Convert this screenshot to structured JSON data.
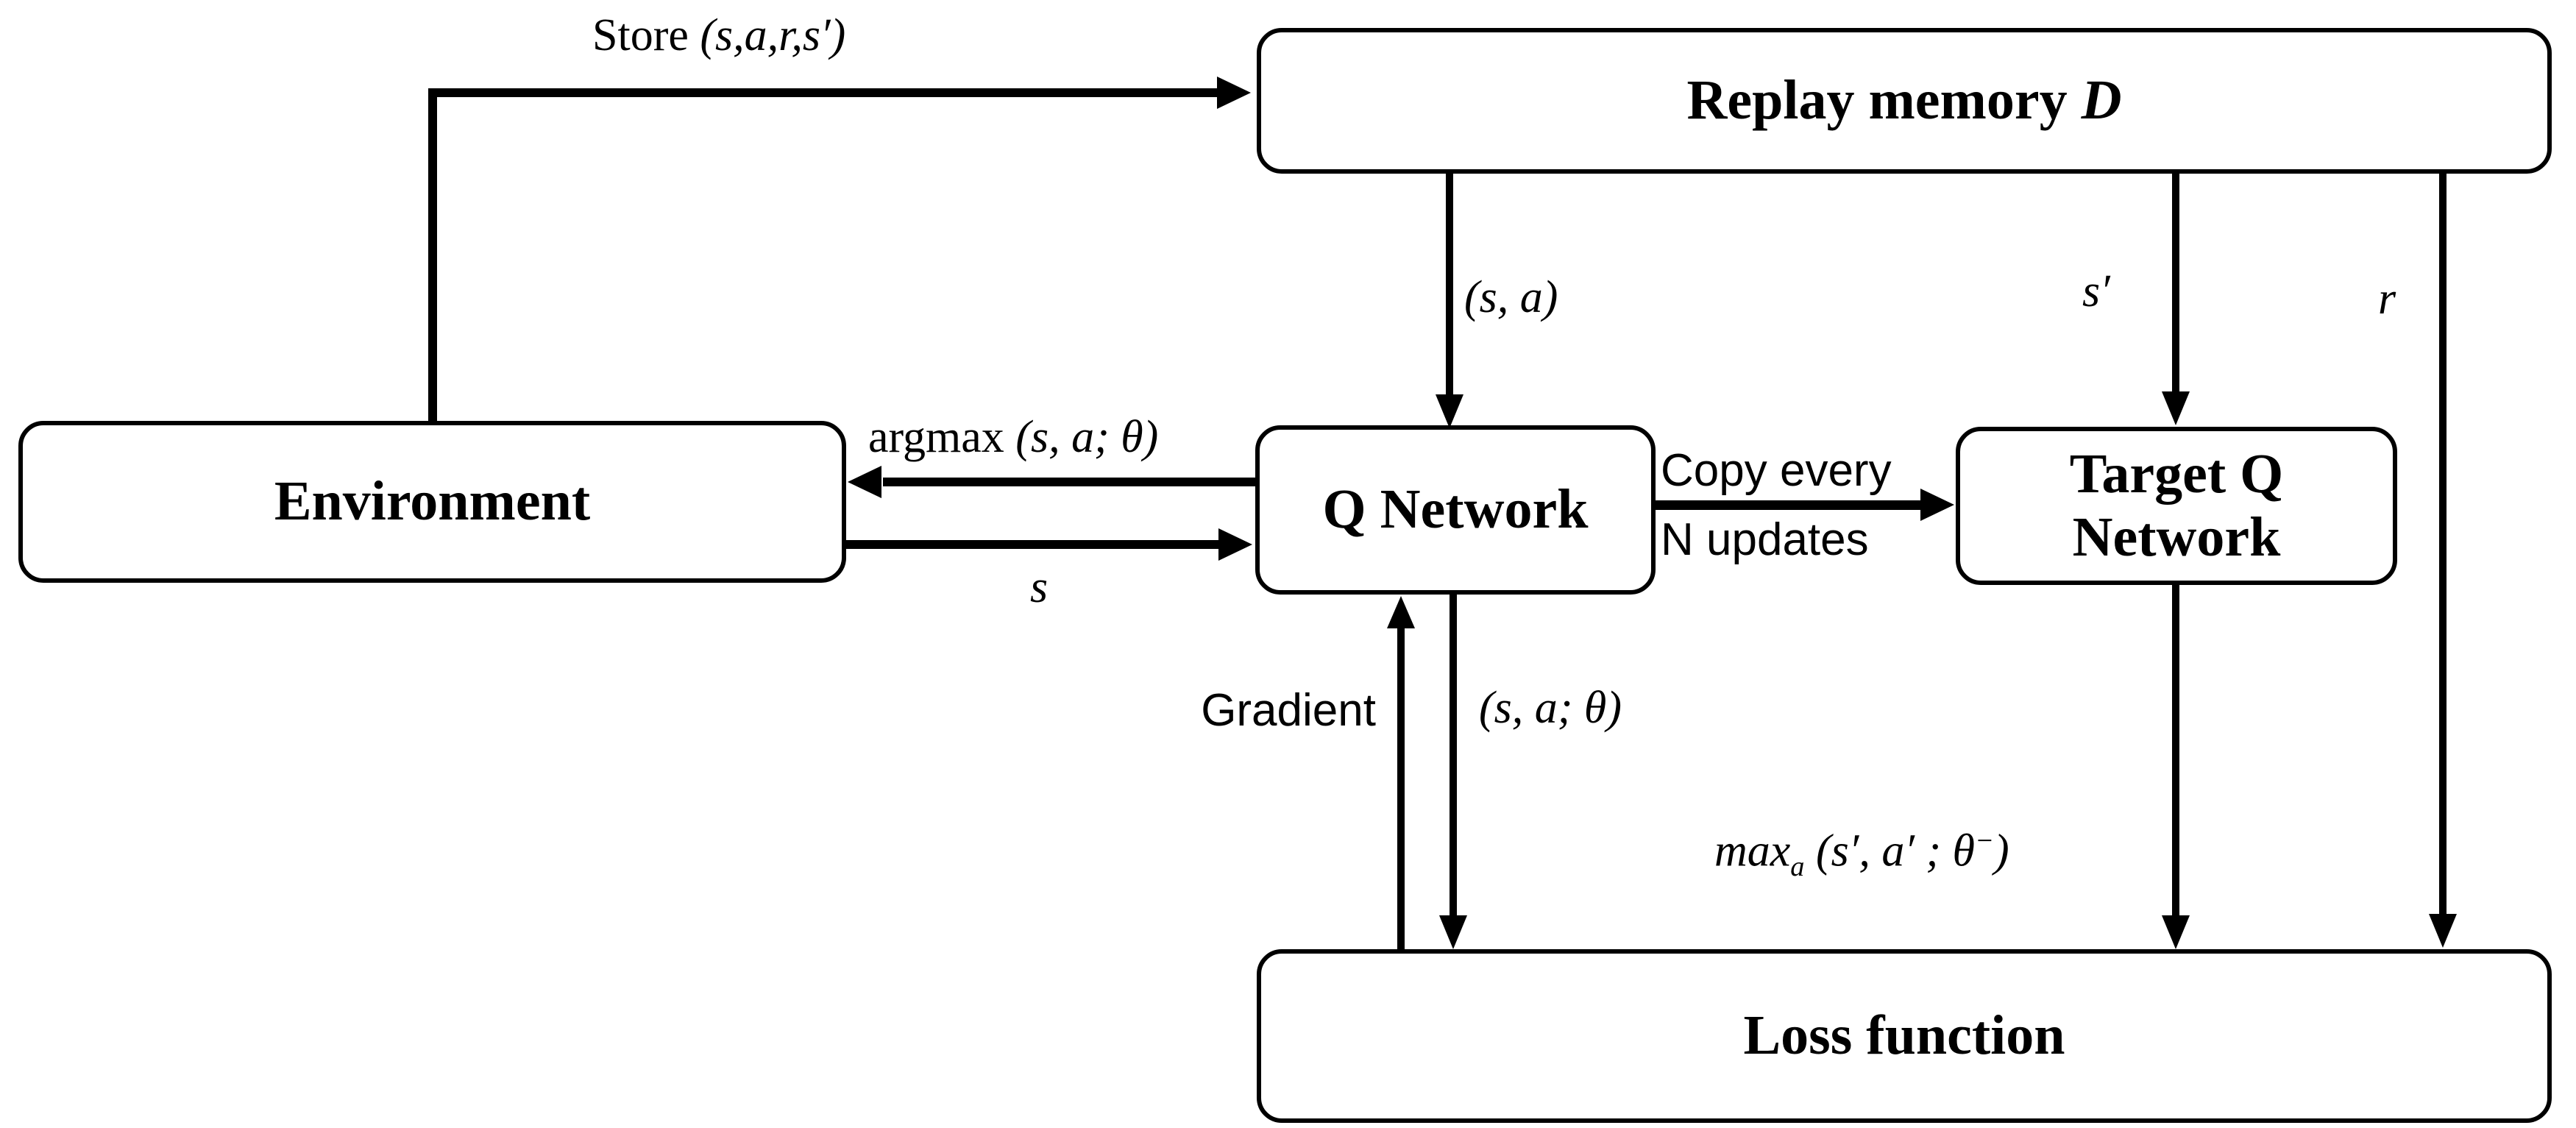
{
  "diagram_title": "Deep Q-Network architecture diagram",
  "colors": {
    "line": "#000000",
    "box_fill": "#ffffff",
    "background": "#ffffff"
  },
  "boxes": {
    "replay_memory": {
      "text": "Replay memory ",
      "italic": "D"
    },
    "environment": {
      "text": "Environment"
    },
    "q_network": {
      "text": "Q Network"
    },
    "target_q_network": {
      "line1": "Target Q",
      "line2": "Network"
    },
    "loss_function": {
      "text": "Loss function"
    }
  },
  "edge_labels": {
    "store": {
      "prefix": "Store ",
      "math": "(s,a,r,s′)"
    },
    "sa": {
      "math": "(s, a)"
    },
    "s_prime": {
      "math": "s′"
    },
    "r": {
      "math": "r"
    },
    "argmax": {
      "prefix": "argmax ",
      "math": "(s, a; θ)"
    },
    "s": {
      "math": "s"
    },
    "copy": {
      "line1": "Copy every",
      "line2": "N updates"
    },
    "gradient": {
      "text": "Gradient"
    },
    "sa_theta": {
      "math": "(s, a; θ)"
    },
    "max": {
      "base": "max",
      "sub": "a",
      "mid": " (s′, a′ ; θ",
      "sup": "−",
      "end": ")"
    }
  }
}
